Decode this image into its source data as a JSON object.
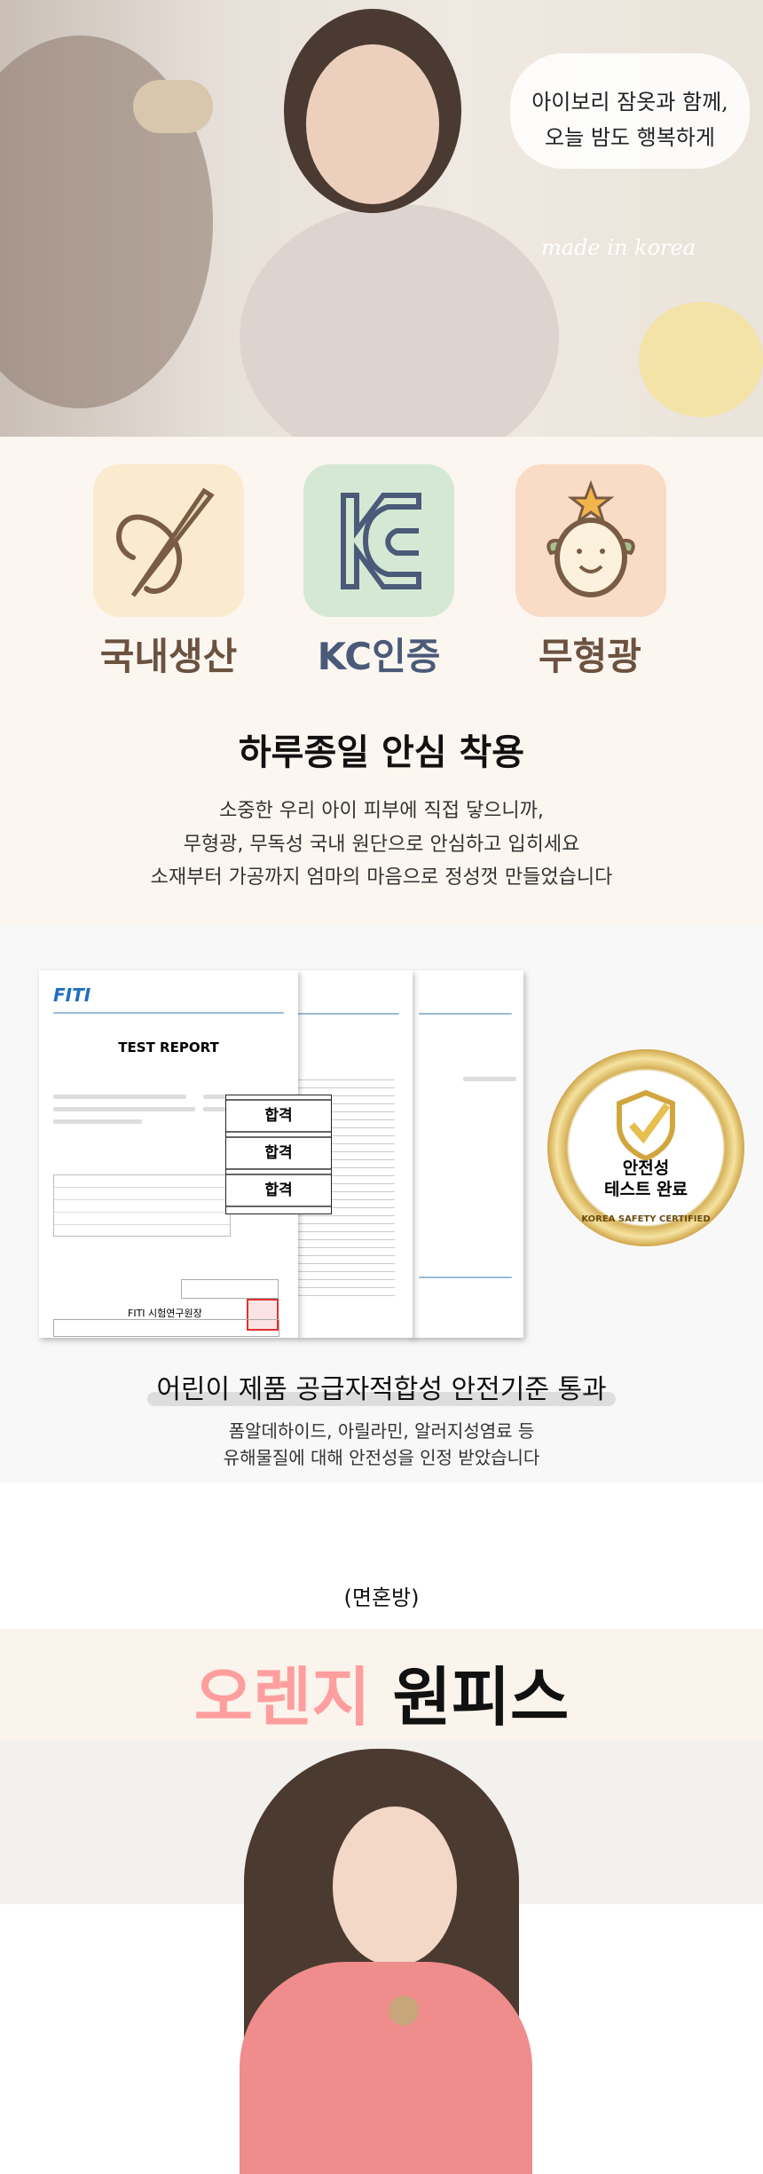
{
  "hero": {
    "caption_line1": "아이보리 잠옷과 함께,",
    "caption_line2": "오늘 밤도 행복하게",
    "made_in": "made in korea"
  },
  "features": [
    {
      "label": "국내생산",
      "icon": "needle-thread-icon",
      "bg": "#faebcf",
      "color": "#6b5240"
    },
    {
      "label": "KC인증",
      "icon": "kc-mark-icon",
      "bg": "#d5e8d4",
      "color": "#4a5a78"
    },
    {
      "label": "무형광",
      "icon": "smiley-sprout-icon",
      "bg": "#fadbc6",
      "color": "#6b5240"
    }
  ],
  "safe": {
    "heading": "하루종일 안심 착용",
    "lines": [
      "소중한 우리 아이 피부에 직접 닿으니까,",
      "무형광, 무독성 국내 원단으로 안심하고 입히세요",
      "소재부터 가공까지 엄마의 마음으로 정성껏 만들었습니다"
    ]
  },
  "report": {
    "logo": "FITI",
    "title": "TEST REPORT",
    "results": [
      "합격",
      "합격",
      "합격"
    ],
    "signature": "FITI 시험연구원장",
    "badge_line1": "안전성",
    "badge_line2": "테스트 완료",
    "badge_ring": "KOREA SAFETY CERTIFIED"
  },
  "cert": {
    "heading": "어린이 제품 공급자적합성 안전기준 통과",
    "lines": [
      "폼알데하이드, 아릴라민, 알러지성염료 등",
      "유해물질에 대해 안전성을 인정 받았습니다"
    ]
  },
  "product": {
    "fabric": "(면혼방)",
    "name_accent": "오렌지",
    "name_rest": "원피스",
    "accent_color": "#ff9e9e"
  }
}
